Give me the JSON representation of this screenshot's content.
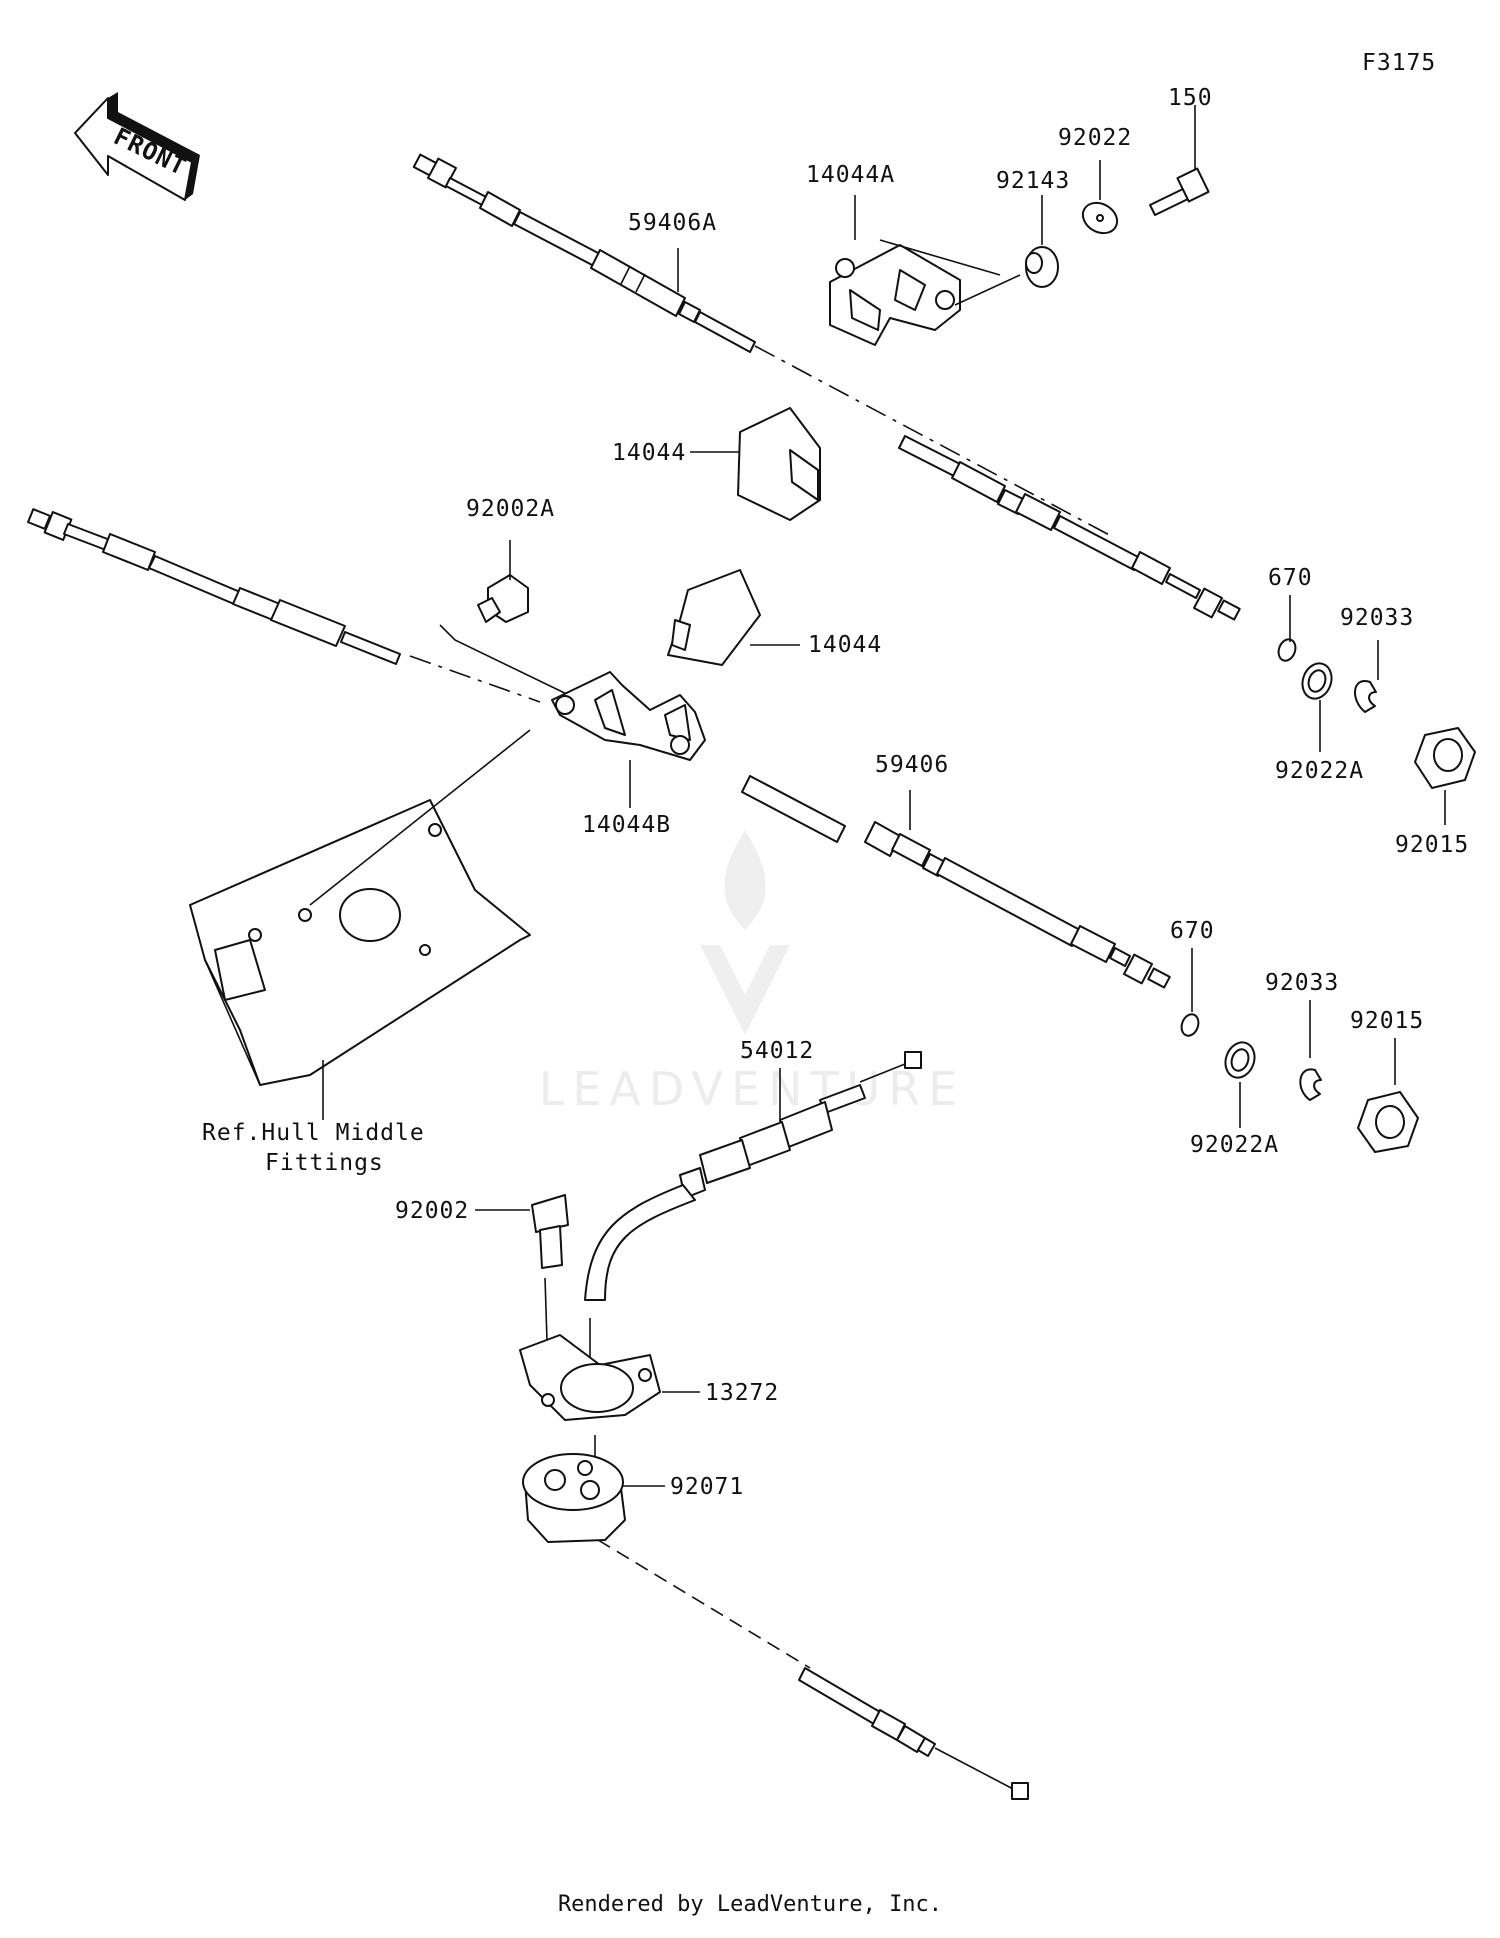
{
  "figure_code": "F3175",
  "front_label": "FRONT",
  "watermark": "LEADVENTURE",
  "footer": "Rendered by LeadVenture, Inc.",
  "ref_note": {
    "line1": "Ref.Hull Middle",
    "line2": "Fittings"
  },
  "parts": {
    "p150": "150",
    "p92022": "92022",
    "p92143": "92143",
    "p14044A": "14044A",
    "p59406A": "59406A",
    "p14044_top": "14044",
    "p92002A": "92002A",
    "p14044_mid": "14044",
    "p670_a": "670",
    "p92033_a": "92033",
    "p92022A_a": "92022A",
    "p92015_a": "92015",
    "p59406": "59406",
    "p14044B": "14044B",
    "p670_b": "670",
    "p92033_b": "92033",
    "p92015_b": "92015",
    "p92022A_b": "92022A",
    "p54012": "54012",
    "p92002": "92002",
    "p13272": "13272",
    "p92071": "92071"
  }
}
